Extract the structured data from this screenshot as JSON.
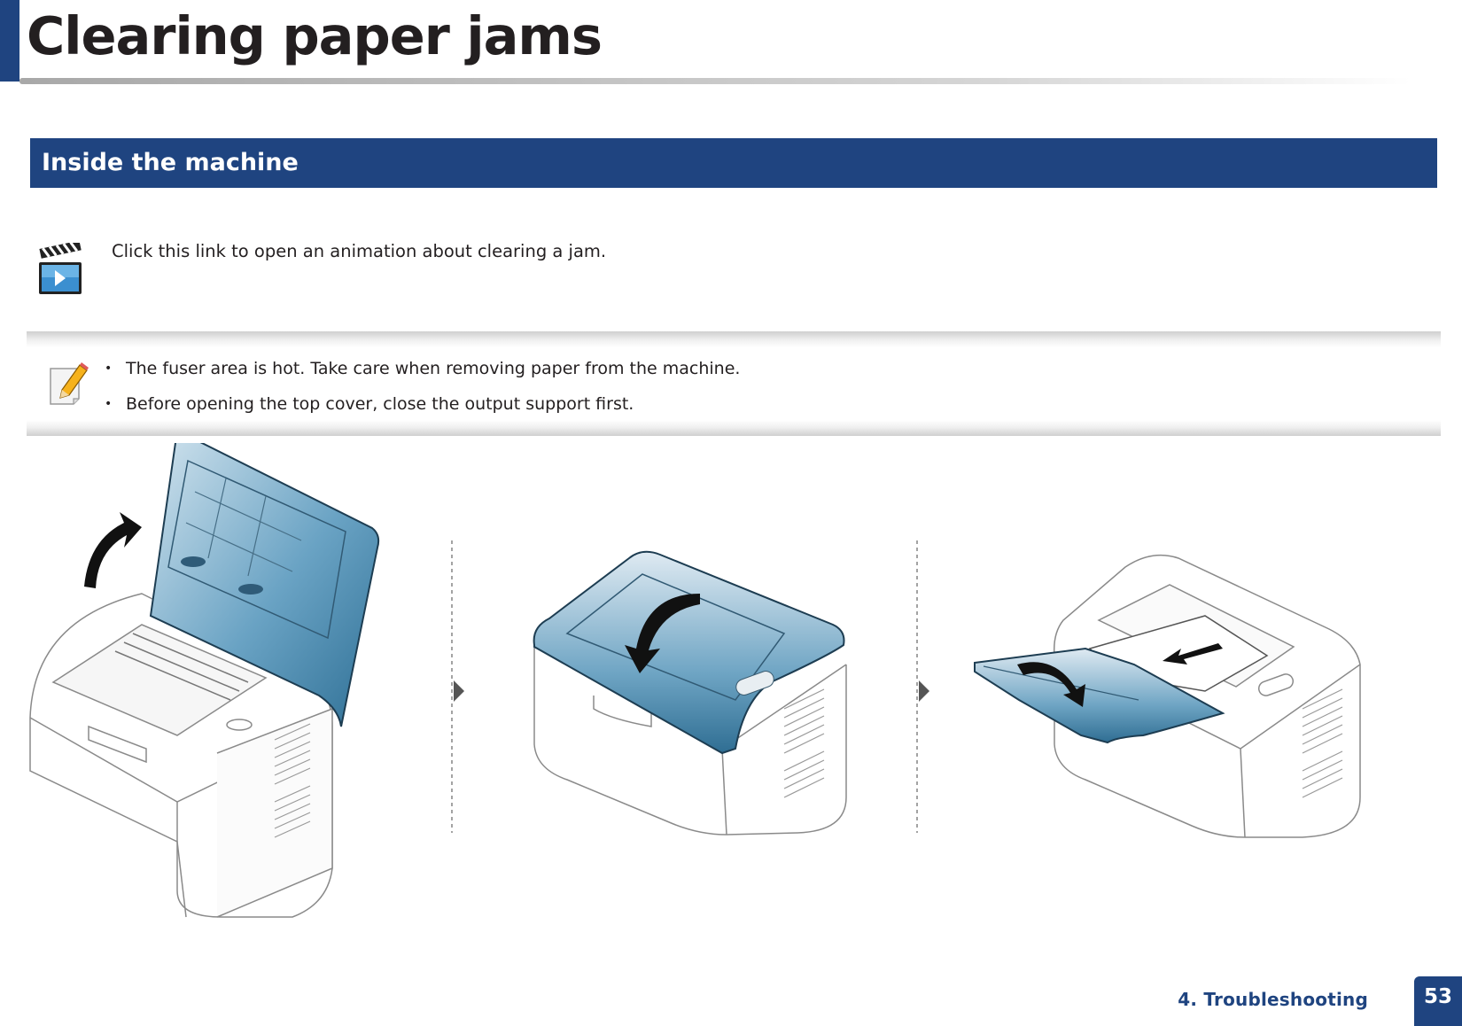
{
  "header": {
    "title": "Clearing paper jams"
  },
  "section": {
    "title": "Inside the machine"
  },
  "animation": {
    "link_text": "Click this link to open an animation about clearing a jam.",
    "icon": "video-clapper-icon"
  },
  "note": {
    "icon": "note-pencil-icon",
    "items": [
      "The fuser area is hot. Take care when removing paper from the machine.",
      "Before opening the top cover, close the output support first."
    ]
  },
  "illustration": {
    "steps": [
      {
        "caption": "",
        "action": "open-top-cover"
      },
      {
        "caption": "",
        "action": "close-top-cover"
      },
      {
        "caption": "",
        "action": "close-output-support"
      }
    ]
  },
  "footer": {
    "section": "4.  Troubleshooting",
    "page_number": "53"
  },
  "colors": {
    "brand_blue": "#1f4480",
    "cover_blue": "#3d7fa6",
    "text": "#231f20"
  }
}
